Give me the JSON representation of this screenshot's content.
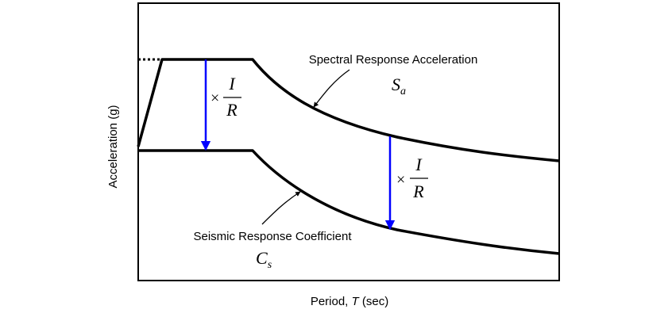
{
  "axes": {
    "xlabel_prefix": "Period, ",
    "xlabel_var": "T",
    "xlabel_suffix": " (sec)",
    "ylabel": "Acceleration (g)"
  },
  "curves": {
    "upper": {
      "label": "Spectral Response Acceleration",
      "symbol_base": "S",
      "symbol_sub": "a"
    },
    "lower": {
      "label": "Seismic Response Coefficient",
      "symbol_base": "C",
      "symbol_sub": "s"
    }
  },
  "factor": {
    "times": "×",
    "numerator": "I",
    "denominator": "R"
  },
  "colors": {
    "curve": "#000000",
    "arrow": "#0000ff",
    "frame": "#000000"
  },
  "icons": {
    "plateau_extension": "dotted-line",
    "scaling_arrow": "down-arrow"
  }
}
